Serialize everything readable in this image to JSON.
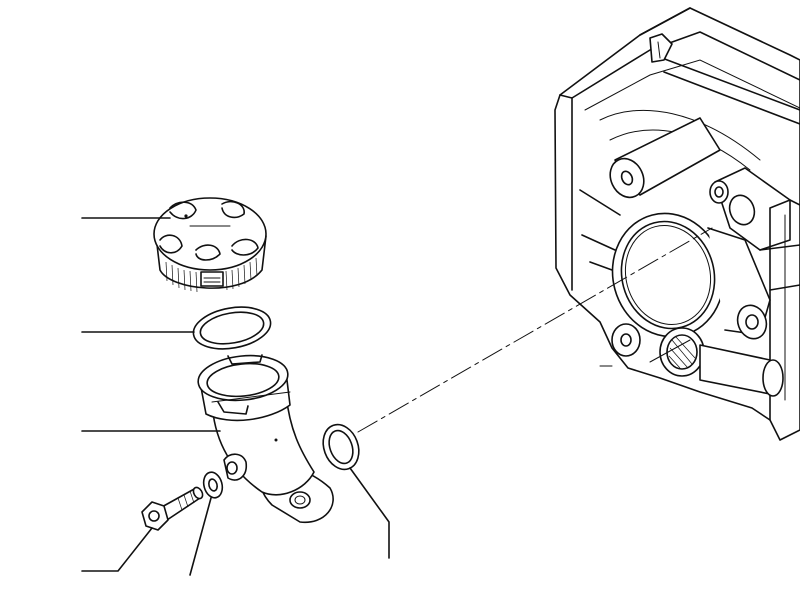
{
  "diagram": {
    "type": "exploded-parts-view",
    "ink_color": "#111111",
    "background_color": "#ffffff",
    "parts": [
      {
        "id": "oil-cap",
        "icon": "oil-filler-cap-icon"
      },
      {
        "id": "cap-seal-ring",
        "icon": "o-ring-icon"
      },
      {
        "id": "filler-elbow",
        "icon": "filler-neck-elbow-icon"
      },
      {
        "id": "bolt",
        "icon": "hex-bolt-icon"
      },
      {
        "id": "washer",
        "icon": "washer-icon"
      },
      {
        "id": "elbow-o-ring",
        "icon": "o-ring-icon"
      },
      {
        "id": "pump-housing",
        "icon": "pump-housing-icon"
      }
    ],
    "leaders": [
      {
        "part": "oil-cap"
      },
      {
        "part": "cap-seal-ring"
      },
      {
        "part": "filler-elbow"
      },
      {
        "part": "bolt"
      },
      {
        "part": "washer"
      },
      {
        "part": "elbow-o-ring"
      }
    ]
  }
}
